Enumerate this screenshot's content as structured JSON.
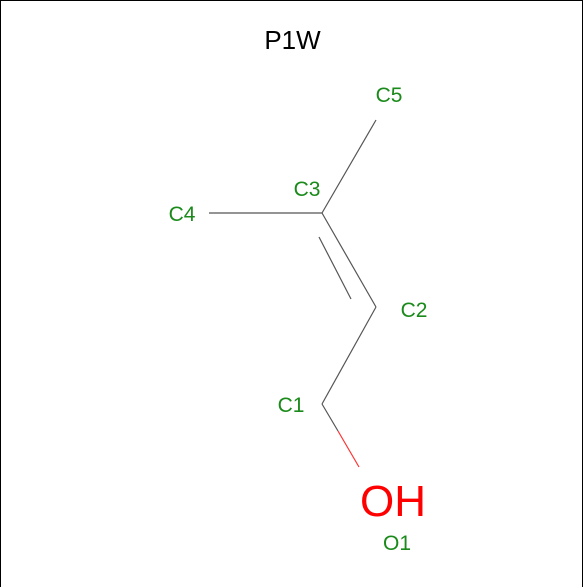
{
  "title": "P1W",
  "colors": {
    "bond": "#555555",
    "bond_oxygen": "#ff3333",
    "atom_label": "#1a8a1a",
    "hetero_label": "#ff0000",
    "border": "#000000",
    "title": "#000000"
  },
  "atoms": {
    "c1": "C1",
    "c2": "C2",
    "c3": "C3",
    "c4": "C4",
    "c5": "C5",
    "o1": "O1"
  },
  "hetero": {
    "oh": "OH"
  }
}
